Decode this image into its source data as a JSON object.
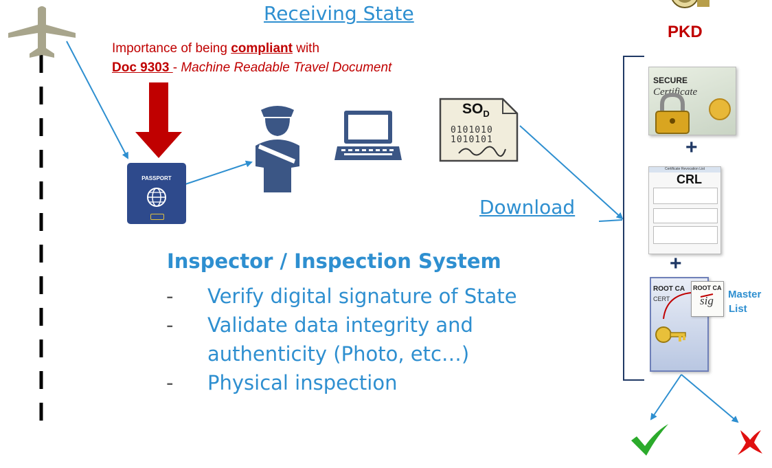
{
  "header": {
    "receiving_state": "Receiving State"
  },
  "compliance": {
    "line1_prefix": "Importance of being ",
    "compliant": "compliant",
    "line1_suffix": " with",
    "doc": "Doc 9303 ",
    "separator": "- ",
    "doc_title": "Machine Readable Travel Document"
  },
  "passport": {
    "label": "PASSPORT"
  },
  "sod": {
    "label": "SO",
    "sub": "D",
    "bits1": "0101010",
    "bits2": "1010101"
  },
  "download": {
    "label": "Download"
  },
  "pkd": {
    "title": "PKD",
    "certificate": {
      "line1": "SECURE",
      "line2": "Certificate"
    },
    "crl": {
      "label": "CRL",
      "window_title": "Certificate Revocation List"
    },
    "master": {
      "root_ca": "ROOT CA",
      "cert": "CERT",
      "root_ca2": "ROOT CA",
      "sig": "sig",
      "label1": "Master",
      "label2": "List"
    },
    "plus": "+"
  },
  "inspection": {
    "heading": "Inspector / Inspection System",
    "dash": "-",
    "items": [
      "Verify digital signature of State",
      "Validate data integrity and",
      "authenticity (Photo, etc…)",
      "Physical inspection"
    ]
  },
  "colors": {
    "accent": "#2E8FD0",
    "red": "#C00000",
    "navy": "#1F3864",
    "officer": "#3B5685",
    "passport": "#2E4A8C",
    "check": "#2BAA2B"
  }
}
